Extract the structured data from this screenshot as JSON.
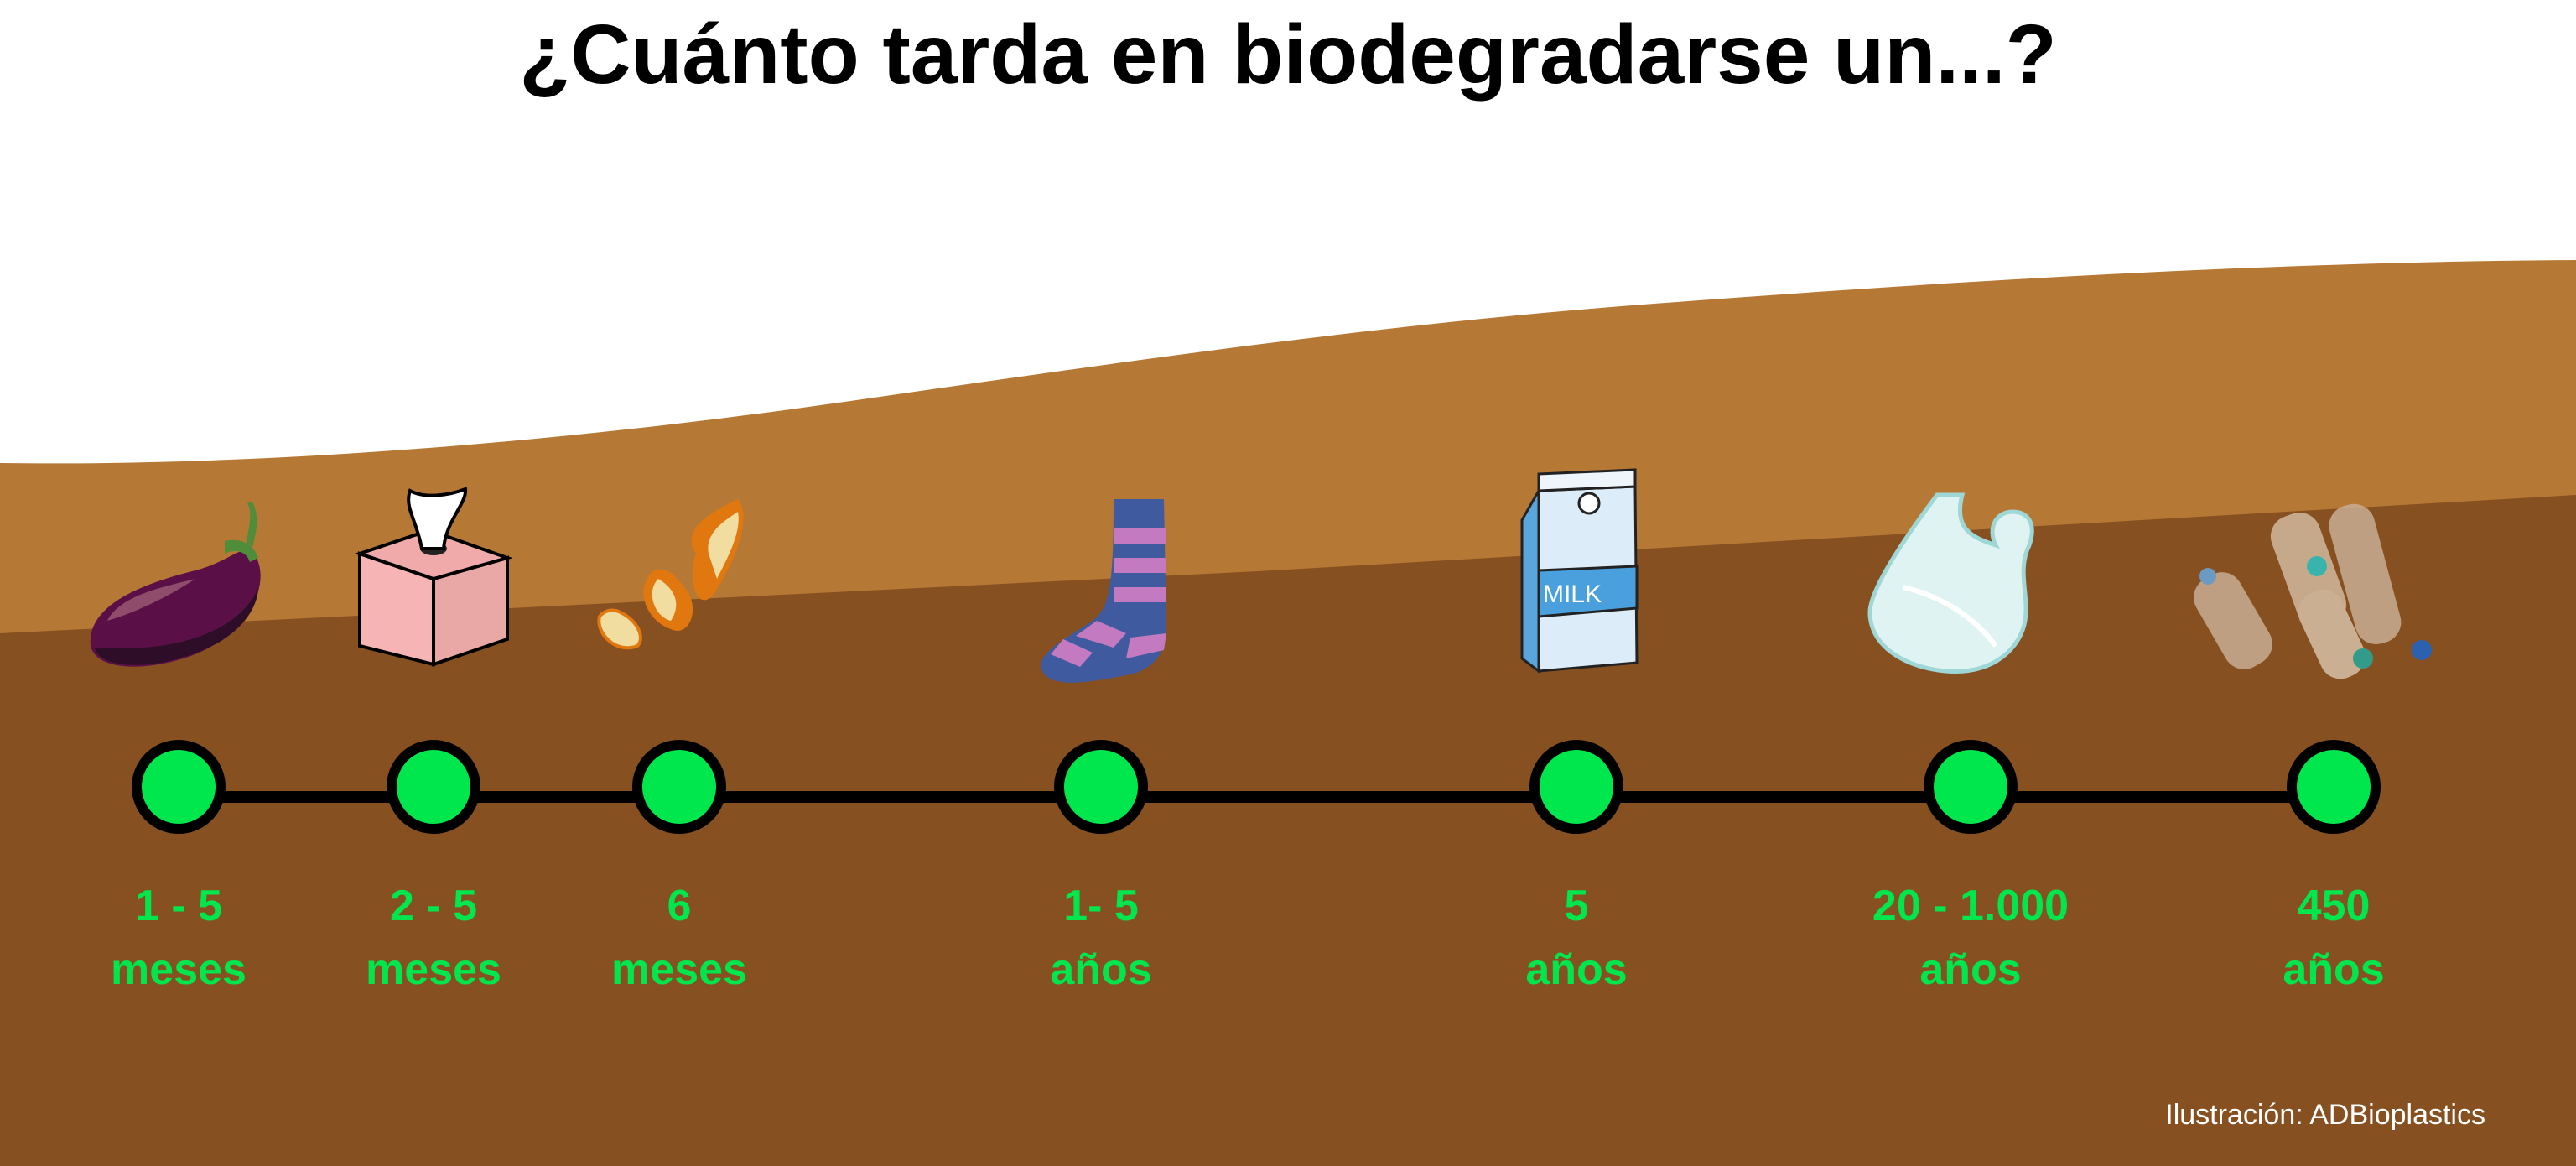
{
  "title": "¿Cuánto tarda en biodegradarse un...?",
  "credit": "Ilustración: ADBioplastics",
  "colors": {
    "background": "#ffffff",
    "soil_light": "#b67835",
    "soil_dark": "#875021",
    "timeline_line": "#000000",
    "node_fill": "#00e64d",
    "label_text": "#00e64d"
  },
  "timeline": [
    {
      "item": "eggplant",
      "icon": "eggplant-icon",
      "value": "1 - 5",
      "unit": "meses"
    },
    {
      "item": "tissue-box",
      "icon": "tissue-box-icon",
      "value": "2 - 5",
      "unit": "meses"
    },
    {
      "item": "orange-peel",
      "icon": "orange-peel-icon",
      "value": "6",
      "unit": "meses"
    },
    {
      "item": "sock",
      "icon": "sock-icon",
      "value": "1- 5",
      "unit": "años"
    },
    {
      "item": "milk-carton",
      "icon": "milk-carton-icon",
      "value": "5",
      "unit": "años",
      "carton_text": "MILK"
    },
    {
      "item": "plastic-bag",
      "icon": "plastic-bag-icon",
      "value": "20 - 1.000",
      "unit": "años"
    },
    {
      "item": "plastic-bottles",
      "icon": "plastic-bottles-icon",
      "value": "450",
      "unit": "años"
    }
  ]
}
